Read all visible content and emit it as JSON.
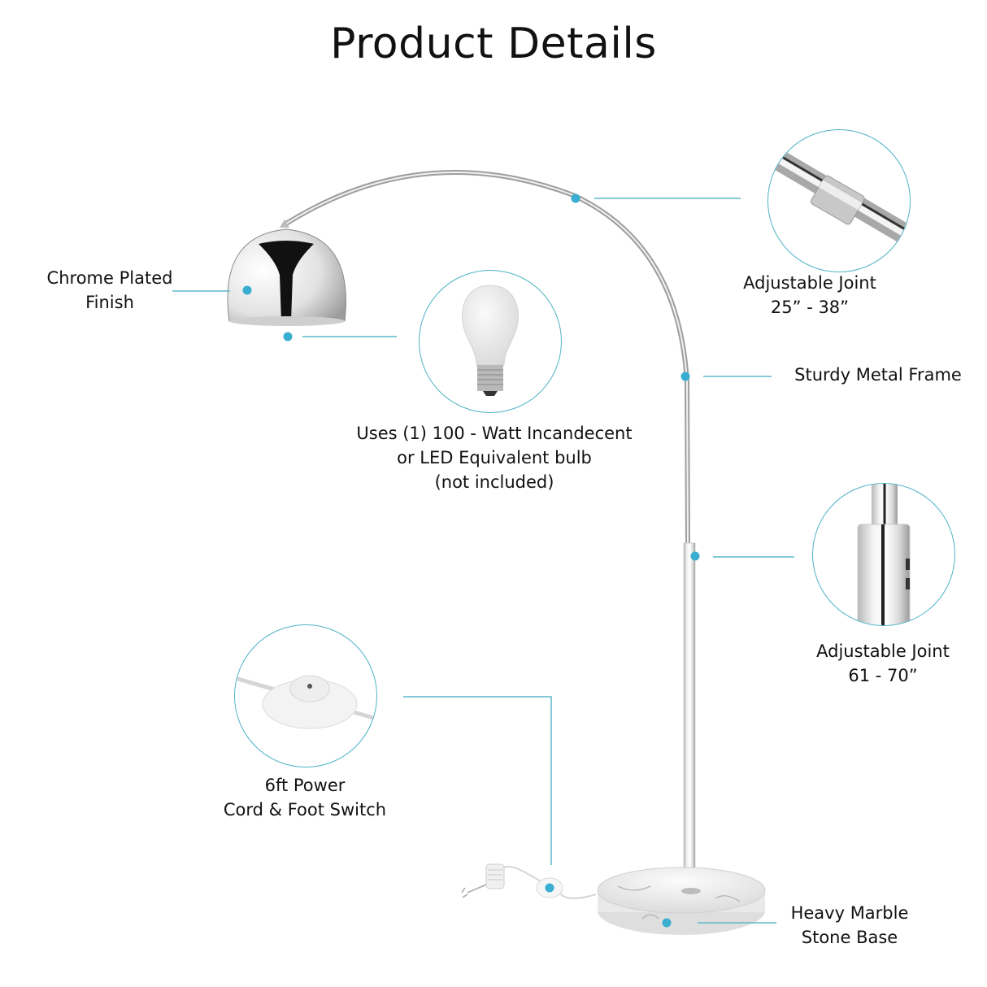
{
  "title": "Product Details",
  "accent_color": "#3aaed1",
  "line_color": "#5bb9cc",
  "callouts": [
    {
      "id": "chrome-finish",
      "lines": [
        "Chrome Plated",
        "Finish"
      ]
    },
    {
      "id": "bulb",
      "lines": [
        "Uses (1) 100 - Watt Incandecent",
        "or LED Equivalent bulb",
        "(not included)"
      ]
    },
    {
      "id": "upper-joint",
      "lines": [
        "Adjustable Joint",
        "25” - 38”"
      ]
    },
    {
      "id": "metal-frame",
      "lines": [
        "Sturdy Metal Frame"
      ]
    },
    {
      "id": "lower-joint",
      "lines": [
        "Adjustable Joint",
        "61 - 70”"
      ]
    },
    {
      "id": "power-cord",
      "lines": [
        "6ft Power",
        "Cord & Foot Switch"
      ]
    },
    {
      "id": "marble-base",
      "lines": [
        "Heavy Marble",
        "Stone Base"
      ]
    }
  ]
}
